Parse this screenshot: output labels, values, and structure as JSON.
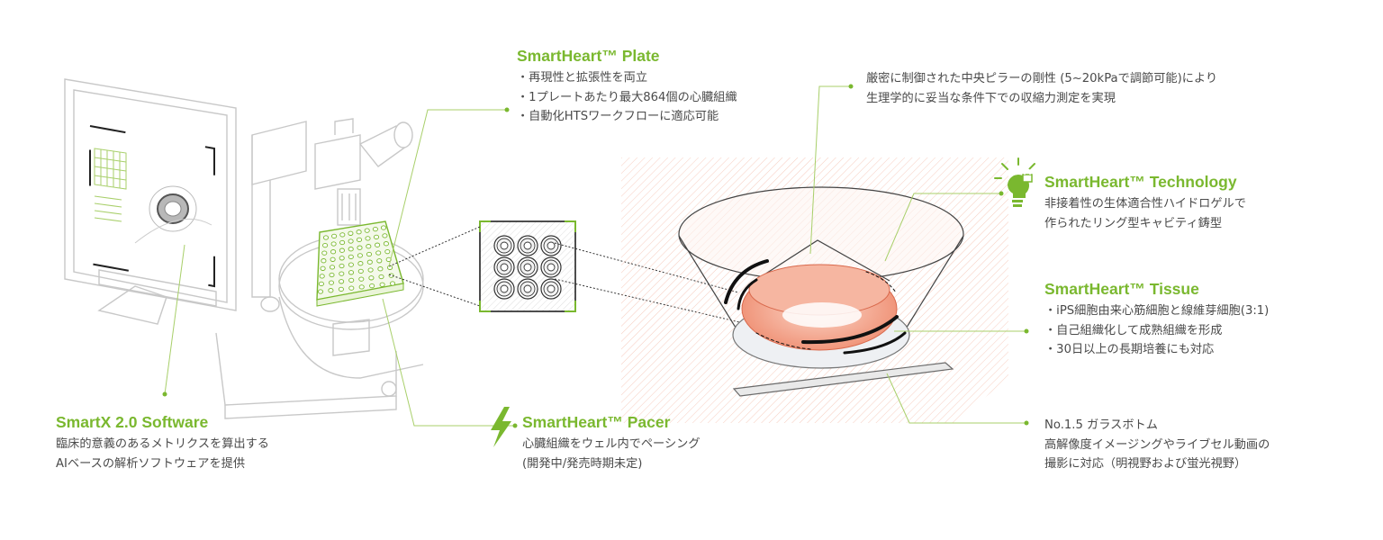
{
  "colors": {
    "accent_green": "#7ab82f",
    "line_gray": "#9a9a9a",
    "tissue_pink": "#f09a80",
    "text_gray": "#444444"
  },
  "icons": {
    "technology": "lightbulb-lock-icon",
    "pacer": "lightning-bolt-icon"
  },
  "labels": {
    "software": {
      "title": "SmartX 2.0 Software",
      "lines": [
        "臨床的意義のあるメトリクスを算出する",
        "AIベースの解析ソフトウェアを提供"
      ]
    },
    "plate": {
      "title": "SmartHeart™ Plate",
      "lines": [
        "・再現性と拡張性を両立",
        "・1プレートあたり最大864個の心臓組織",
        "・自動化HTSワークフローに適応可能"
      ]
    },
    "pacer": {
      "title": "SmartHeart™ Pacer",
      "lines": [
        "心臓組織をウェル内でペーシング",
        "(開発中/発売時期未定)"
      ]
    },
    "stiffness": {
      "lines": [
        "厳密に制御された中央ピラーの剛性 (5~20kPaで調節可能)により",
        "生理学的に妥当な条件下での収縮力測定を実現"
      ]
    },
    "technology": {
      "title": "SmartHeart™ Technology",
      "lines": [
        "非接着性の生体適合性ハイドロゲルで",
        "作られたリング型キャビティ鋳型"
      ]
    },
    "tissue": {
      "title": "SmartHeart™ Tissue",
      "lines": [
        "・iPS細胞由来心筋細胞と線維芽細胞(3:1)",
        "・自己組織化して成熟組織を形成",
        "・30日以上の長期培養にも対応"
      ]
    },
    "glass": {
      "lines": [
        "No.1.5 ガラスボトム",
        "高解像度イメージングやライブセル動画の",
        "撮影に対応（明視野および蛍光視野）"
      ]
    }
  }
}
